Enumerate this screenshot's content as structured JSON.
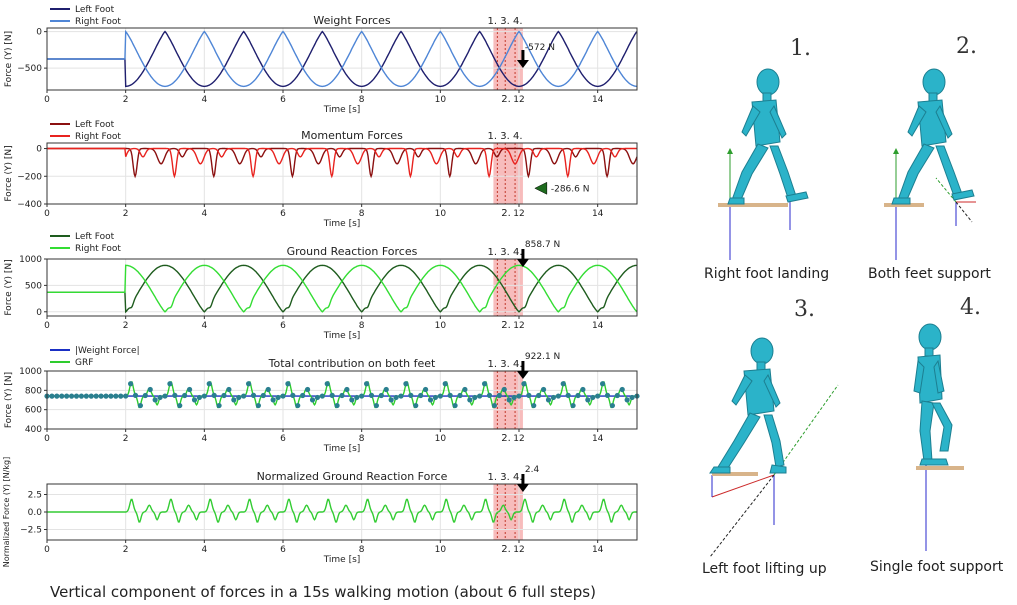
{
  "chart_data": [
    {
      "type": "line",
      "title": "Weight Forces",
      "xlabel": "Time [s]",
      "ylabel": "Force (Y) [N]",
      "xlim": [
        0,
        15
      ],
      "ylim": [
        -800,
        50
      ],
      "yticks": [
        "0",
        "−500"
      ],
      "ytick_values": [
        0,
        -500
      ],
      "xticks": [
        "0",
        "2",
        "4",
        "6",
        "8",
        "10",
        "12",
        "14"
      ],
      "grid": true,
      "legend_placement": "top-left-outside",
      "series": [
        {
          "name": "Left Foot",
          "color": "#1f1f6e",
          "pattern": "weight",
          "phase": 0
        },
        {
          "name": "Right Foot",
          "color": "#4f86d6",
          "pattern": "weight",
          "phase": 0.5
        }
      ],
      "annotation": {
        "text": "-572 N",
        "x": 12.1
      },
      "markers": [
        "1.",
        "3.",
        "4.",
        "2."
      ]
    },
    {
      "type": "line",
      "title": "Momentum Forces",
      "xlabel": "Time [s]",
      "ylabel": "Force (Y) [N]",
      "xlim": [
        0,
        15
      ],
      "ylim": [
        -400,
        40
      ],
      "yticks": [
        "0",
        "−200",
        "−400"
      ],
      "ytick_values": [
        0,
        -200,
        -400
      ],
      "xticks": [
        "0",
        "2",
        "4",
        "6",
        "8",
        "10",
        "12",
        "14"
      ],
      "grid": true,
      "legend_placement": "top-left-outside",
      "series": [
        {
          "name": "Left Foot",
          "color": "#8b1010",
          "pattern": "momentum",
          "phase": 0
        },
        {
          "name": "Right Foot",
          "color": "#e8231f",
          "pattern": "momentum",
          "phase": 0.5
        }
      ],
      "annotation": {
        "text": "-286.6 N",
        "x": 12.2
      },
      "markers": [
        "1.",
        "3.",
        "4.",
        "2."
      ]
    },
    {
      "type": "line",
      "title": "Ground Reaction Forces",
      "xlabel": "Time [s]",
      "ylabel": "Force (Y) [N]",
      "xlim": [
        0,
        15
      ],
      "ylim": [
        -80,
        1000
      ],
      "yticks": [
        "1000",
        "500",
        "0"
      ],
      "ytick_values": [
        1000,
        500,
        0
      ],
      "xticks": [
        "0",
        "2",
        "4",
        "6",
        "8",
        "10",
        "12",
        "14"
      ],
      "grid": true,
      "legend_placement": "top-left-outside",
      "series": [
        {
          "name": "Left Foot",
          "color": "#1e5c1e",
          "pattern": "grf",
          "phase": 0
        },
        {
          "name": "Right Foot",
          "color": "#33dd33",
          "pattern": "grf",
          "phase": 0.5
        }
      ],
      "annotation": {
        "text": "858.7 N",
        "x": 12.1
      },
      "markers": [
        "1.",
        "3.",
        "4.",
        "2."
      ]
    },
    {
      "type": "line",
      "title": "Total contribution on both feet",
      "xlabel": "Time [s]",
      "ylabel": "Force (Y) [N]",
      "xlim": [
        0,
        15
      ],
      "ylim": [
        400,
        1000
      ],
      "yticks": [
        "1000",
        "800",
        "600",
        "400"
      ],
      "ytick_values": [
        1000,
        800,
        600,
        400
      ],
      "xticks": [
        "0",
        "2",
        "4",
        "6",
        "8",
        "10",
        "12",
        "14"
      ],
      "grid": true,
      "legend_placement": "top-left-outside",
      "series": [
        {
          "name": "|Weight Force|",
          "color": "#1a2fc4",
          "pattern": "constant",
          "value": 740
        },
        {
          "name": "GRF",
          "color": "#2ecc2e",
          "pattern": "total",
          "marker_color": "#2a7f8f"
        }
      ],
      "annotation": {
        "text": "922.1 N",
        "x": 12.1
      },
      "markers": [
        "1.",
        "3.",
        "4.",
        "2."
      ]
    },
    {
      "type": "line",
      "title": "Normalized Ground Reaction Force",
      "xlabel": "Time [s]",
      "ylabel": "Normalized Force (Y) [N/kg]",
      "xlim": [
        0,
        15
      ],
      "ylim": [
        -4,
        4
      ],
      "yticks": [
        "2.5",
        "0.0",
        "−2.5"
      ],
      "ytick_values": [
        2.5,
        0,
        -2.5
      ],
      "xticks": [
        "0",
        "2",
        "4",
        "6",
        "8",
        "10",
        "12",
        "14"
      ],
      "grid": true,
      "series": [
        {
          "name": "",
          "color": "#33cc33",
          "pattern": "normalized"
        }
      ],
      "annotation": {
        "text": "2.4",
        "x": 12.1
      },
      "markers": [
        "1.",
        "3.",
        "4.",
        "2."
      ]
    }
  ],
  "gait_panels": [
    {
      "number": "1.",
      "caption": "Right foot landing",
      "pose": "landing"
    },
    {
      "number": "2.",
      "caption": "Both feet support",
      "pose": "both"
    },
    {
      "number": "3.",
      "caption": "Left foot lifting up",
      "pose": "lifting"
    },
    {
      "number": "4.",
      "caption": "Single foot support",
      "pose": "single"
    }
  ],
  "caption": "Vertical component of forces in a 15s walking motion (about 6 full steps)",
  "colors": {
    "highlight_fill": "#f4a6a6",
    "marker_line": "#c0392b",
    "figure_body": "#2bb3c9",
    "figure_joint": "#3a3a3a",
    "ground_plate": "#d8b48a"
  }
}
